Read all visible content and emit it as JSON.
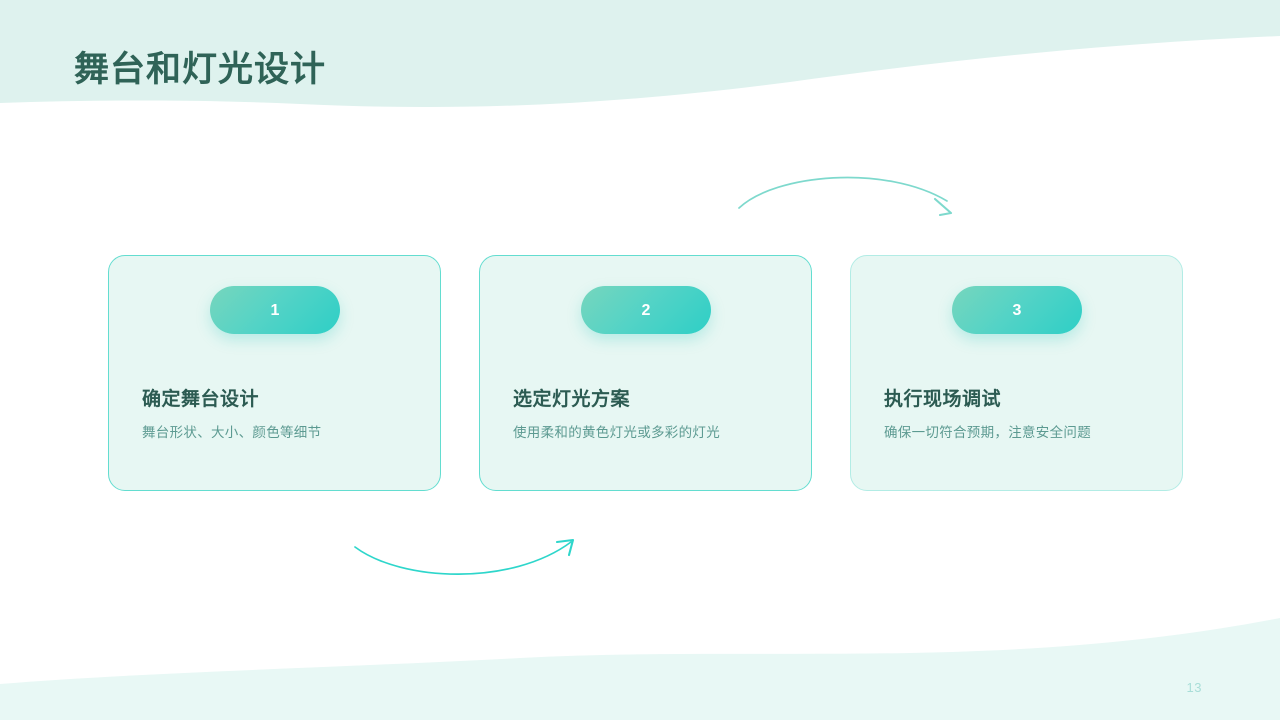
{
  "slide": {
    "title": "舞台和灯光设计",
    "page_number": "13",
    "background_color": "#ffffff",
    "wave_color_top": "#def2ee",
    "wave_color_bottom": "#e8f8f5",
    "title_color": "#2f6357",
    "accent_color": "#2ecfc6",
    "card_fill": "#e7f7f3",
    "card_border": "#63ddd0",
    "heading_color": "#2c5b52",
    "desc_color": "#5c9a91",
    "page_number_color": "#a9ded8"
  },
  "cards": [
    {
      "number": "1",
      "heading": "确定舞台设计",
      "description": "舞台形状、大小、颜色等细节"
    },
    {
      "number": "2",
      "heading": "选定灯光方案",
      "description": "使用柔和的黄色灯光或多彩的灯光"
    },
    {
      "number": "3",
      "heading": "执行现场调试",
      "description": "确保一切符合预期，注意安全问题"
    }
  ],
  "decorations": {
    "arrow_top": "curved-arrow-right-down",
    "arrow_bottom": "curved-arrow-right-up",
    "arrow_top_color": "#7ed9cd",
    "arrow_bottom_color": "#2ed6cb",
    "wave_top": "wave-shape-top",
    "wave_bottom": "wave-shape-bottom"
  }
}
